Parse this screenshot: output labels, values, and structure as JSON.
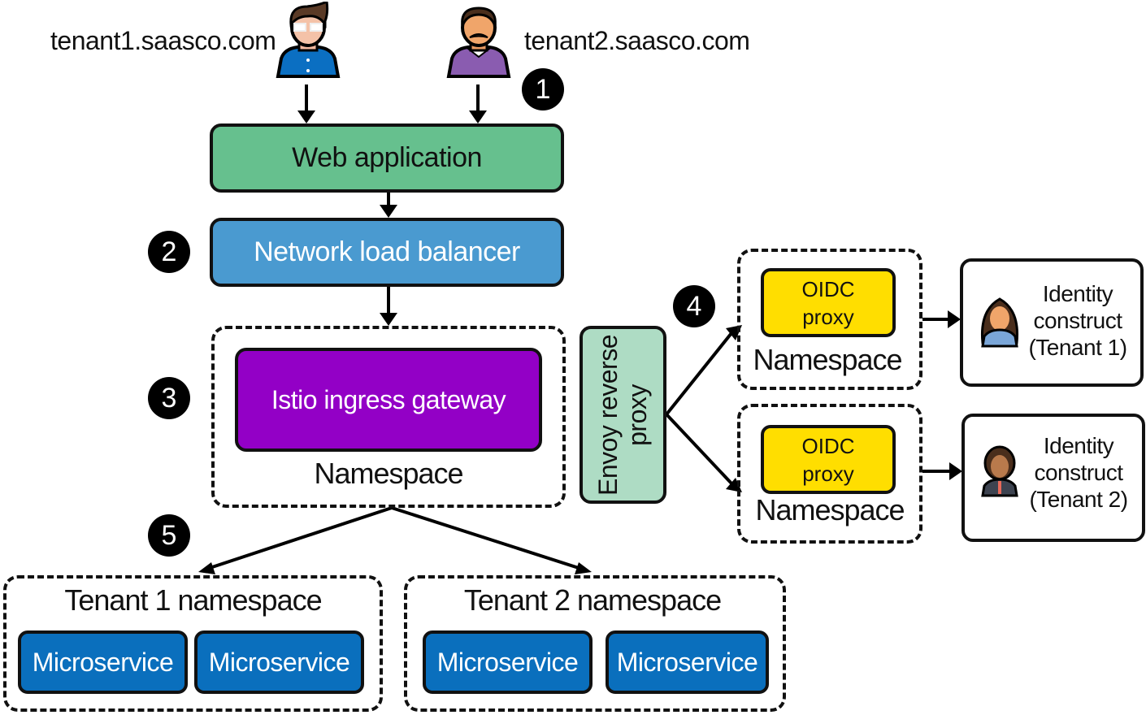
{
  "users": [
    {
      "domain": "tenant1.saasco.com",
      "icon": "user-man-glasses-icon"
    },
    {
      "domain": "tenant2.saasco.com",
      "icon": "user-man-mustache-icon"
    }
  ],
  "steps": [
    "1",
    "2",
    "3",
    "4",
    "5"
  ],
  "components": {
    "web_app": "Web application",
    "nlb": "Network load balancer",
    "istio": "Istio ingress gateway",
    "istio_namespace": "Namespace",
    "envoy_line1": "Envoy reverse",
    "envoy_line2": "proxy"
  },
  "oidc": [
    {
      "line1": "OIDC",
      "line2": "proxy",
      "namespace": "Namespace"
    },
    {
      "line1": "OIDC",
      "line2": "proxy",
      "namespace": "Namespace"
    }
  ],
  "identity": [
    {
      "line1": "Identity",
      "line2": "construct",
      "line3": "(Tenant 1)",
      "icon": "user-woman-icon"
    },
    {
      "line1": "Identity",
      "line2": "construct",
      "line3": "(Tenant 2)",
      "icon": "user-woman-icon"
    }
  ],
  "tenants": [
    {
      "name": "Tenant 1 namespace",
      "services": [
        "Microservice",
        "Microservice"
      ]
    },
    {
      "name": "Tenant 2 namespace",
      "services": [
        "Microservice",
        "Microservice"
      ]
    }
  ],
  "colors": {
    "web_app": "#66c08e",
    "nlb": "#4a9ad0",
    "istio": "#9300c6",
    "envoy": "#aedcc4",
    "oidc": "#ffde00",
    "microservice": "#0a6fbd"
  }
}
